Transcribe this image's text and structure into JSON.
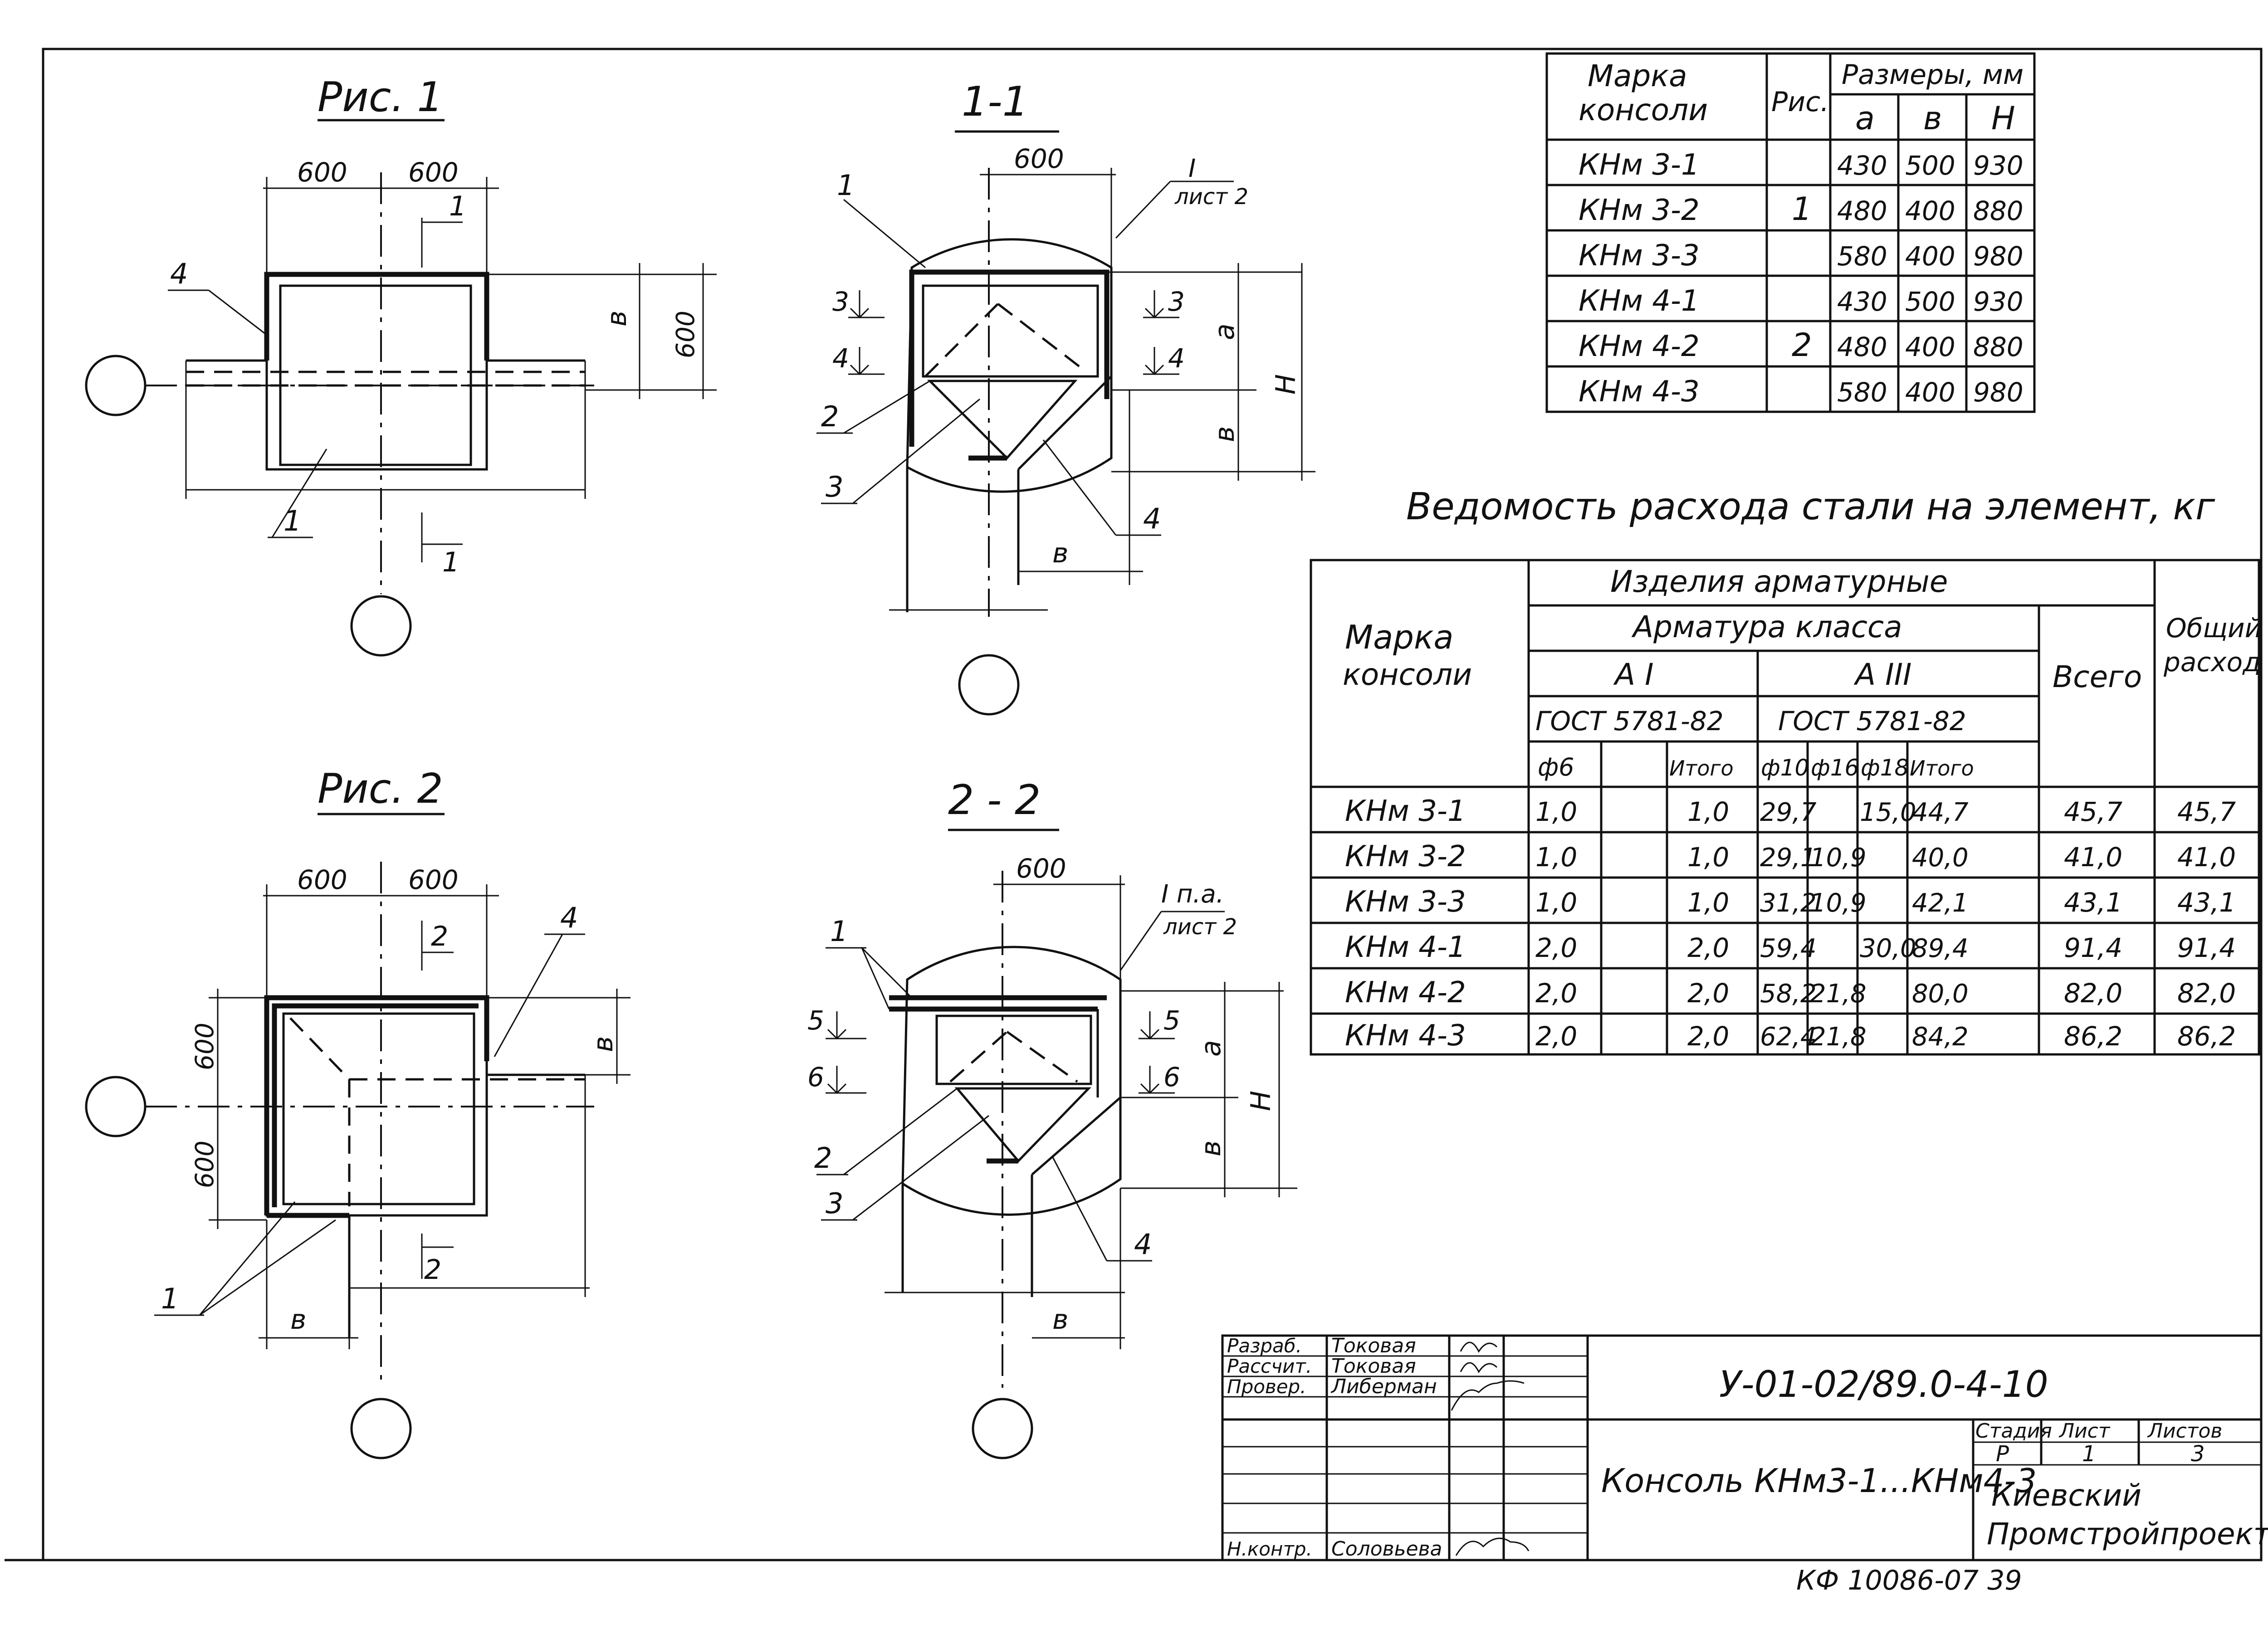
{
  "figures": {
    "fig1_title": "Рис. 1",
    "fig2_title": "Рис. 2",
    "sec11_title": "1-1",
    "sec22_title": "2 - 2",
    "dim_600": "600",
    "dim_b": "в",
    "dim_a": "а",
    "dim_h": "Н",
    "label_1": "1",
    "label_2": "2",
    "label_3": "3",
    "label_4": "4",
    "label_5": "5",
    "label_6": "6",
    "sec_ref_1": "1",
    "sec_ref_2": "2",
    "ref_sheet2_num": "I",
    "ref_sheet2_lbl": "лист 2",
    "ref_sheet2b_num": "I п.а.",
    "ref_sheet2b_lbl": "лист 2"
  },
  "dims_table": {
    "h_mark": "Марка",
    "h_mark2": "консоли",
    "h_fig": "Рис.",
    "h_sizes": "Размеры, мм",
    "h_a": "а",
    "h_b": "в",
    "h_h": "Н",
    "rows": [
      {
        "mark": "КНм 3-1",
        "a": "430",
        "b": "500",
        "h": "930"
      },
      {
        "mark": "КНм 3-2",
        "a": "480",
        "b": "400",
        "h": "880"
      },
      {
        "mark": "КНм 3-3",
        "a": "580",
        "b": "400",
        "h": "980"
      },
      {
        "mark": "КНм 4-1",
        "a": "430",
        "b": "500",
        "h": "930"
      },
      {
        "mark": "КНм 4-2",
        "a": "480",
        "b": "400",
        "h": "880"
      },
      {
        "mark": "КНм 4-3",
        "a": "580",
        "b": "400",
        "h": "980"
      }
    ],
    "fig_1": "1",
    "fig_2": "2"
  },
  "steel_table": {
    "title": "Ведомость расхода стали на элемент, кг",
    "h_mark": "Марка",
    "h_mark2": "консоли",
    "h_products": "Изделия арматурные",
    "h_class": "Арматура класса",
    "h_a1": "А I",
    "h_a3": "А III",
    "h_gost1": "ГОСТ 5781-82",
    "h_gost2": "ГОСТ 5781-82",
    "h_d6": "ф6",
    "h_total1": "Итого",
    "h_d10": "ф10",
    "h_d16": "ф16",
    "h_d18": "ф18",
    "h_total2": "Итого",
    "h_all": "Всего",
    "h_common": "Общий",
    "h_common2": "расход",
    "rows": [
      {
        "mark": "КНм 3-1",
        "d6": "1,0",
        "t1": "1,0",
        "d10": "29,7",
        "d16": "",
        "d18": "15,0",
        "t2": "44,7",
        "all": "45,7",
        "common": "45,7"
      },
      {
        "mark": "КНм 3-2",
        "d6": "1,0",
        "t1": "1,0",
        "d10": "29,1",
        "d16": "10,9",
        "d18": "",
        "t2": "40,0",
        "all": "41,0",
        "common": "41,0"
      },
      {
        "mark": "КНм 3-3",
        "d6": "1,0",
        "t1": "1,0",
        "d10": "31,2",
        "d16": "10,9",
        "d18": "",
        "t2": "42,1",
        "all": "43,1",
        "common": "43,1"
      },
      {
        "mark": "КНм 4-1",
        "d6": "2,0",
        "t1": "2,0",
        "d10": "59,4",
        "d16": "",
        "d18": "30,0",
        "t2": "89,4",
        "all": "91,4",
        "common": "91,4"
      },
      {
        "mark": "КНм 4-2",
        "d6": "2,0",
        "t1": "2,0",
        "d10": "58,2",
        "d16": "21,8",
        "d18": "",
        "t2": "80,0",
        "all": "82,0",
        "common": "82,0"
      },
      {
        "mark": "КНм 4-3",
        "d6": "2,0",
        "t1": "2,0",
        "d10": "62,4",
        "d16": "21,8",
        "d18": "",
        "t2": "84,2",
        "all": "86,2",
        "common": "86,2"
      }
    ]
  },
  "title_block": {
    "r1_role": "Разраб.",
    "r1_name": "Токовая",
    "r2_role": "Рассчит.",
    "r2_name": "Токовая",
    "r3_role": "Провер.",
    "r3_name": "Либерман",
    "r4_role": "Н.контр.",
    "r4_name": "Соловьева",
    "code": "У-01-02/89.0-4-10",
    "name": "Консоль КНм3-1...КНм4-3",
    "h_stage": "Стадия",
    "h_sheet": "Лист",
    "h_sheets": "Листов",
    "stage": "Р",
    "sheet": "1",
    "sheets": "3",
    "org1": "Киевский",
    "org2": "Промстройпроект"
  },
  "footer_code": "КФ 10086-07 39"
}
